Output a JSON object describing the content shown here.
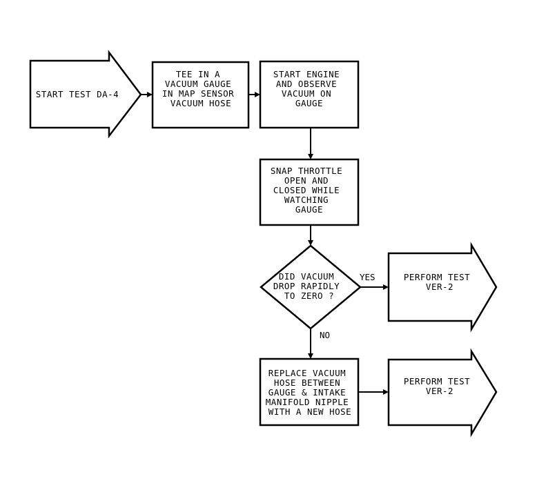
{
  "nodes": {
    "start": {
      "lines": [
        "START TEST DA-4"
      ]
    },
    "tee": {
      "lines": [
        "TEE IN A",
        "VACUUM GAUGE",
        "IN MAP SENSOR",
        "VACUUM HOSE"
      ]
    },
    "start_engine": {
      "lines": [
        "START ENGINE",
        "AND OBSERVE",
        "VACUUM ON",
        "GAUGE"
      ]
    },
    "snap": {
      "lines": [
        "SNAP THROTTLE",
        "OPEN AND",
        "CLOSED WHILE",
        "WATCHING",
        "GAUGE"
      ]
    },
    "decision": {
      "lines": [
        "DID VACUUM",
        "DROP RAPIDLY",
        "TO ZERO ?"
      ]
    },
    "perform_yes": {
      "lines": [
        "PERFORM TEST",
        "VER-2"
      ]
    },
    "replace": {
      "lines": [
        "REPLACE VACUUM",
        "HOSE BETWEEN",
        "GAUGE & INTAKE",
        "MANIFOLD NIPPLE",
        "WITH A NEW HOSE"
      ]
    },
    "perform_no": {
      "lines": [
        "PERFORM TEST",
        "VER-2"
      ]
    }
  },
  "branches": {
    "yes": "YES",
    "no": "NO"
  }
}
